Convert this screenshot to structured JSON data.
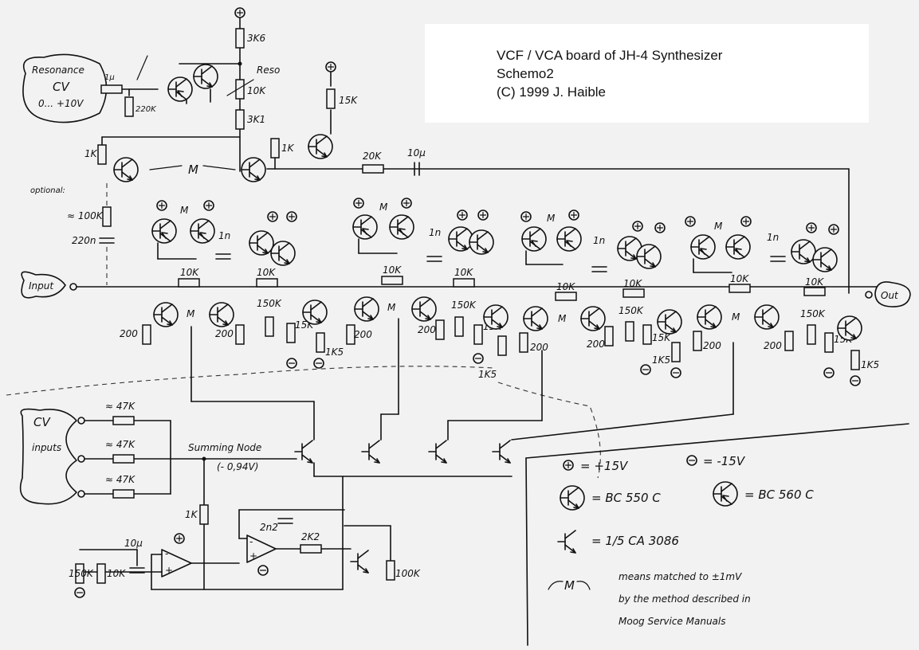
{
  "title": {
    "line1": "VCF / VCA board of JH-4 Synthesizer",
    "line2": "Schemo2",
    "line3": "(C) 1999 J. Haible"
  },
  "labels": {
    "resonance_cv": [
      "Resonance",
      "CV",
      "0... +10V"
    ],
    "optional": "optional:",
    "input": "Input",
    "output": "Out",
    "cv_inputs": [
      "CV",
      "inputs"
    ],
    "summing_node": "Summing Node",
    "summing_voltage": "(- 0,94V)",
    "reso": "Reso",
    "match": "M",
    "plus": "+",
    "minus": "-"
  },
  "components": {
    "r_3k6": "3K6",
    "r_reso": "10K",
    "r_3k1": "3K1",
    "r_15k_top": "15K",
    "r_1k_top": "1K",
    "r_1k_left": "1K",
    "r_20k": "20K",
    "c_10u": "10µ",
    "r_1u": "1µ",
    "r_220k": "220K",
    "r_100k_opt": "≈ 100K",
    "c_220n": "220n",
    "c_1n": "1n",
    "r_10k": "10K",
    "r_150k": "150K",
    "r_15k": "15K",
    "r_1k5": "1K5",
    "r_200": "200",
    "r_47k": "≈ 47K",
    "r_1k_sum": "1K",
    "c_2n2": "2n2",
    "r_2k2": "2K2",
    "r_100k": "100K",
    "r_150k_bias": "150K",
    "r_10k_bias": "10K",
    "c_10u_bias": "10µ"
  },
  "legend": {
    "plus_rail": "= +15V",
    "minus_rail": "= -15V",
    "npn": "= BC 550 C",
    "pnp": "= BC 560 C",
    "ota": "= 1/5 CA 3086",
    "match_lines": [
      "means matched to ±1mV",
      "by the method described in",
      "Moog Service Manuals"
    ]
  }
}
